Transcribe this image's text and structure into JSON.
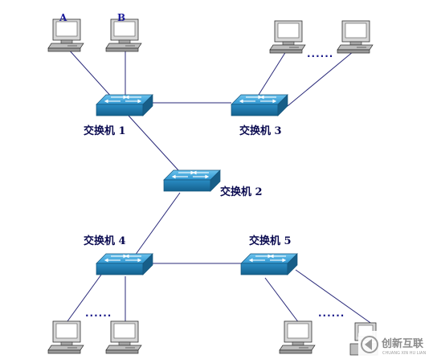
{
  "switches": [
    {
      "id": "sw1",
      "label": "交换机 1"
    },
    {
      "id": "sw2",
      "label": "交换机 2"
    },
    {
      "id": "sw3",
      "label": "交换机 3"
    },
    {
      "id": "sw4",
      "label": "交换机 4"
    },
    {
      "id": "sw5",
      "label": "交换机 5"
    }
  ],
  "computers": [
    {
      "id": "pcA",
      "label": "A"
    },
    {
      "id": "pcB",
      "label": "B"
    },
    {
      "id": "pc3a",
      "label": ""
    },
    {
      "id": "pc3b",
      "label": ""
    },
    {
      "id": "pc4a",
      "label": ""
    },
    {
      "id": "pc4b",
      "label": ""
    },
    {
      "id": "pc5a",
      "label": ""
    },
    {
      "id": "pc5b",
      "label": ""
    }
  ],
  "ellipsis": "......",
  "links": [
    [
      "pcA",
      "sw1"
    ],
    [
      "pcB",
      "sw1"
    ],
    [
      "sw1",
      "sw3"
    ],
    [
      "sw3",
      "pc3a"
    ],
    [
      "sw3",
      "pc3b"
    ],
    [
      "sw1",
      "sw2"
    ],
    [
      "sw2",
      "sw4"
    ],
    [
      "sw4",
      "sw5"
    ],
    [
      "sw4",
      "pc4a"
    ],
    [
      "sw4",
      "pc4b"
    ],
    [
      "sw5",
      "pc5a"
    ],
    [
      "sw5",
      "pc5b"
    ]
  ],
  "watermark": {
    "text": "创新互联",
    "sub": "CHUANG XIN HU LIAN"
  },
  "colors": {
    "switch_top": "#3fa6d8",
    "switch_side": "#1b6f9e",
    "link": "#2a2a7a"
  }
}
